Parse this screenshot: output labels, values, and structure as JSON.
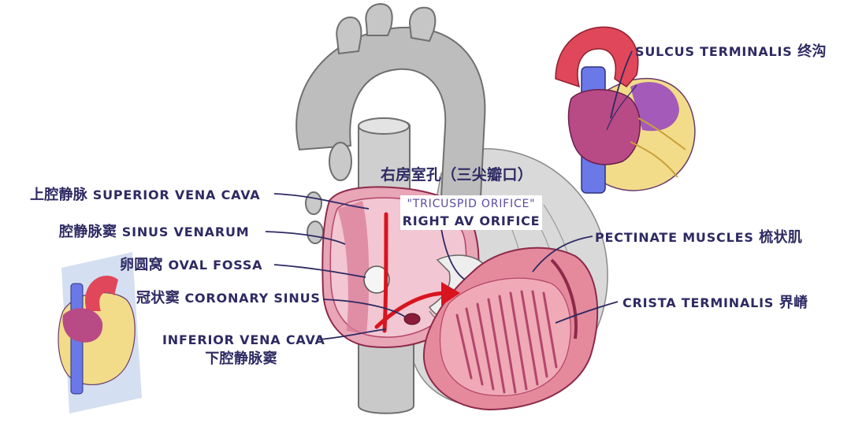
{
  "labels": {
    "svc_zh": "上腔静脉",
    "svc_en": "SUPERIOR VENA CAVA",
    "sinus_zh": "腔静脉窦",
    "sinus_en": "SINUS VENARUM",
    "oval_zh": "卵圆窝",
    "oval_en": "OVAL FOSSA",
    "coronary_zh": "冠状窦",
    "coronary_en": "CORONARY SINUS",
    "ivc_en": "INFERIOR VENA CAVA",
    "ivc_zh": "下腔静脉窦",
    "av_zh": "右房室孔（三尖瓣口）",
    "tricuspid_en": "\"TRICUSPID ORIFICE\"",
    "right_av_en": "RIGHT AV ORIFICE",
    "pectinate_en": "PECTINATE MUSCLES",
    "pectinate_zh": "梳状肌",
    "crista_en": "CRISTA TERMINALIS",
    "crista_zh": "界嵴",
    "sulcus_en": "SULCUS TERMINALIS",
    "sulcus_zh": "终沟"
  },
  "colors": {
    "label_text": "#2e2a63",
    "leader_line": "#2e2a63",
    "vessel_gray": "#bdbdbd",
    "vessel_gray_light": "#d3d3d3",
    "atrium_pink": "#e7a0b4",
    "atrium_deep": "#c8456e",
    "flow_arrow": "#d8141f",
    "auricle": "#e58a9c",
    "aorta_red": "#e0475a",
    "vena_blue": "#6b78e8",
    "heart_purple": "#b84a86",
    "fat_yellow": "#f2dc8a",
    "ventricle_purple": "#a45ab8"
  },
  "icons": {
    "flow_arrow": "curved-red-arrow",
    "heart_inset_top_right": "heart-posterior-view",
    "heart_inset_left": "heart-with-cut-plane"
  }
}
